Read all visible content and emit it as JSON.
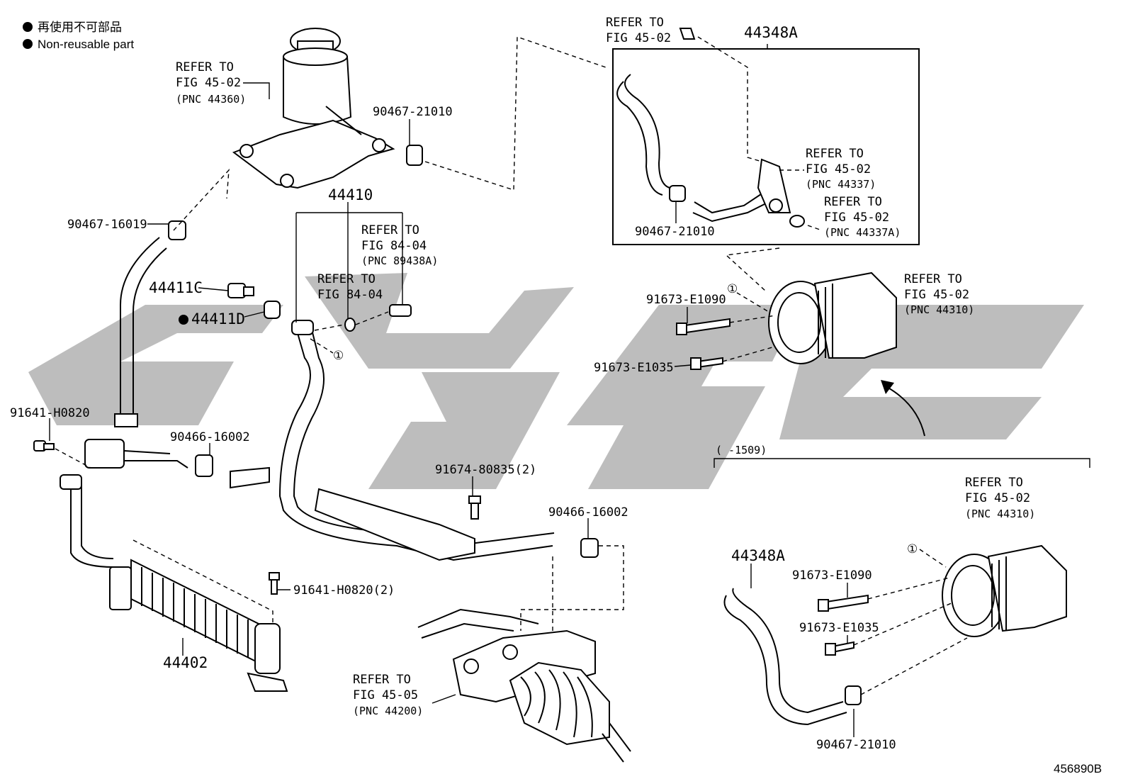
{
  "legend": {
    "line1": "再使用不可部品",
    "line2": "Non-reusable part"
  },
  "labels": {
    "refer_reservoir": [
      "REFER TO",
      "FIG 45-02",
      "(PNC 44360)"
    ],
    "clamp_top": "90467-21010",
    "clamp_left": "90467-16019",
    "hose_44410": "44410",
    "refer_84_04_a": [
      "REFER TO",
      "FIG 84-04",
      "(PNC 89438A)"
    ],
    "refer_84_04_b": [
      "REFER TO",
      "FIG 84-04"
    ],
    "part_44411c": "44411C",
    "part_44411d": "44411D",
    "bolt_left": "91641-H0820",
    "clamp_mid": "90466-16002",
    "bolt_mid": "91674-80835(2)",
    "clamp_right": "90466-16002",
    "bolt_cooler": "91641-H0820(2)",
    "cooler": "44402",
    "refer_rack": [
      "REFER TO",
      "FIG 45-05",
      "(PNC 44200)"
    ],
    "box_title": "44348A",
    "refer_box_top": [
      "REFER TO",
      "FIG 45-02"
    ],
    "refer_box_44337": [
      "REFER TO",
      "FIG 45-02",
      "(PNC 44337)"
    ],
    "refer_box_44337a": [
      "REFER TO",
      "FIG 45-02",
      "(PNC 44337A)"
    ],
    "clamp_box": "90467-21010",
    "refer_pump_a": [
      "REFER TO",
      "FIG 45-02",
      "(PNC 44310)"
    ],
    "bolt_pump_a1": "91673-E1090",
    "bolt_pump_a2": "91673-E1035",
    "date_range": "(      -1509)",
    "refer_pump_b": [
      "REFER TO",
      "FIG 45-02",
      "(PNC 44310)"
    ],
    "hose_b": "44348A",
    "bolt_pump_b1": "91673-E1090",
    "bolt_pump_b2": "91673-E1035",
    "clamp_b": "90467-21010",
    "ref_mark_1": "①",
    "ref_mark_2": "①",
    "ref_mark_3": "①",
    "figure_id": "456890B"
  },
  "colors": {
    "ink": "#000000",
    "watermark": "#bdbdbd",
    "paper": "#ffffff"
  }
}
